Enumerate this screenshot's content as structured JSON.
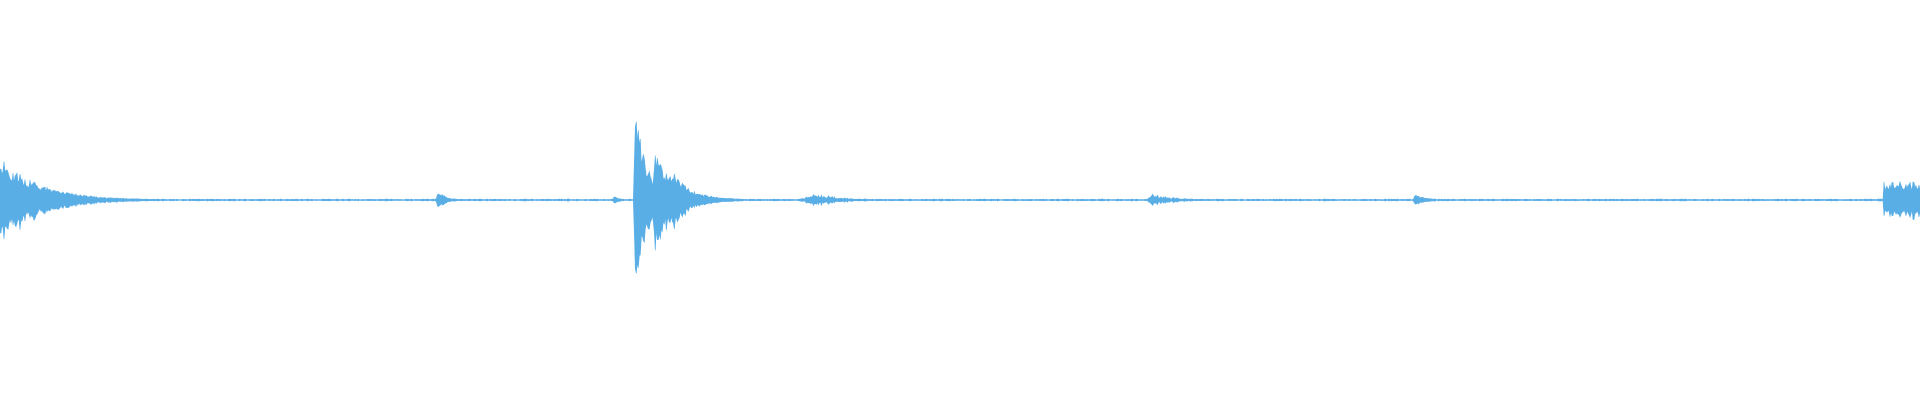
{
  "waveform": {
    "color": "#5aaee6",
    "background": "#ffffff",
    "sample_count": 1920,
    "bursts": [
      {
        "at": 0.0,
        "amp": 0.22,
        "attack": 0.001,
        "decay": 0.02,
        "kind": "burst"
      },
      {
        "at": 0.228,
        "amp": 0.05,
        "attack": 0.001,
        "decay": 0.004,
        "kind": "click"
      },
      {
        "at": 0.32,
        "amp": 0.02,
        "attack": 0.001,
        "decay": 0.003,
        "kind": "click"
      },
      {
        "at": 0.331,
        "amp": 0.5,
        "attack": 0.001,
        "decay": 0.006,
        "kind": "burst"
      },
      {
        "at": 0.341,
        "amp": 0.24,
        "attack": 0.002,
        "decay": 0.012,
        "kind": "burst"
      },
      {
        "at": 0.35,
        "amp": 0.18,
        "attack": 0.001,
        "decay": 0.008,
        "kind": "burst"
      },
      {
        "at": 0.362,
        "amp": 0.025,
        "attack": 0.004,
        "decay": 0.01,
        "kind": "noise"
      },
      {
        "at": 0.425,
        "amp": 0.035,
        "attack": 0.01,
        "decay": 0.015,
        "kind": "noise"
      },
      {
        "at": 0.6,
        "amp": 0.035,
        "attack": 0.003,
        "decay": 0.012,
        "kind": "noise"
      },
      {
        "at": 0.69,
        "amp": 0.006,
        "attack": 0.02,
        "decay": 0.02,
        "kind": "noise"
      },
      {
        "at": 0.737,
        "amp": 0.03,
        "attack": 0.001,
        "decay": 0.005,
        "kind": "click"
      },
      {
        "at": 0.745,
        "amp": 0.008,
        "attack": 0.005,
        "decay": 0.01,
        "kind": "noise"
      },
      {
        "at": 0.982,
        "amp": 0.1,
        "attack": 0.001,
        "decay": 0.06,
        "kind": "sustain"
      }
    ],
    "floor_amp": 0.004
  }
}
